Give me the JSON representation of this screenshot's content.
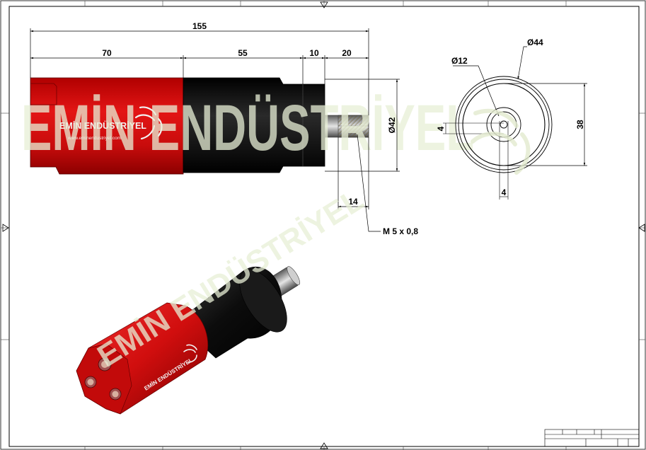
{
  "dimensions": {
    "overall_length": "155",
    "red_body_length": "70",
    "black_body_length": "55",
    "collar_length": "10",
    "shaft_length": "20",
    "body_diameter": "Ø42",
    "thread_depth": "14",
    "thread_spec": "M 5 x 0,8",
    "outer_diameter": "Ø44",
    "bore_diameter": "Ø12",
    "flat_offset": "4",
    "flat_width": "4",
    "flat_height": "38"
  },
  "branding": {
    "company_name": "EMİN ENDÜSTRİYEL",
    "website": "www.eminendustriyel.com",
    "watermark_text": "EMİN ENDÜSTRİYEL"
  },
  "colors": {
    "red_body": "#d40f0f",
    "black_body": "#111111",
    "watermark": "#e8efd6"
  },
  "icons": {
    "brand_logo": "swirl-logo-icon",
    "view_markers": "triangle-marker-icon"
  }
}
